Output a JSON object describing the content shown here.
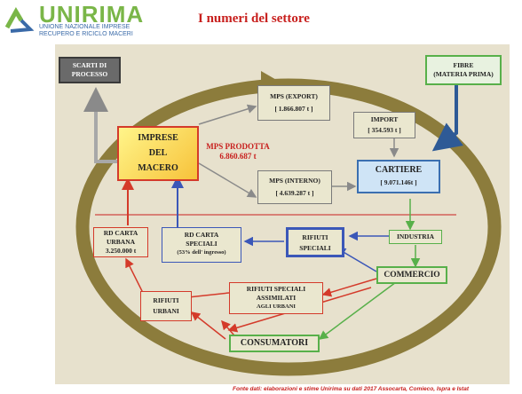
{
  "header": {
    "logo_word": "UNIRIMA",
    "logo_line1": "UNIONE NAZIONALE IMPRESE",
    "logo_line2": "RECUPERO E RICICLO MACERI",
    "title": "I numeri del settore"
  },
  "diagram": {
    "scarti": [
      "SCARTI DI",
      "PROCESSO"
    ],
    "fibre": [
      "FIBRE",
      "(MATERIA PRIMA)"
    ],
    "imprese": [
      "IMPRESE",
      "DEL",
      "MACERO"
    ],
    "mps_prodotta_label": "MPS PRODOTTA",
    "mps_prodotta_value": "6.860.687 t",
    "mps_export": [
      "MPS (EXPORT)",
      "[ 1.866.807 t ]"
    ],
    "import": [
      "IMPORT",
      "[ 354.593 t ]"
    ],
    "cartiere": [
      "CARTIERE",
      "[ 9.071.146t ]"
    ],
    "mps_interno": [
      "MPS (INTERNO)",
      "[ 4.639.287 t ]"
    ],
    "rd_urbana": [
      "RD CARTA",
      "URBANA",
      "3.250.000 t"
    ],
    "rd_speciali": [
      "RD CARTA",
      "SPECIALI",
      "(53% dell' ingresso)"
    ],
    "rifiuti_speciali": [
      "RIFIUTI",
      "SPECIALI"
    ],
    "industria": "INDUSTRIA",
    "commercio": "COMMERCIO",
    "assimilati": [
      "RIFIUTI SPECIALI",
      "ASSIMILATI",
      "AGLI URBANI"
    ],
    "rifiuti_urbani": [
      "RIFIUTI",
      "URBANI"
    ],
    "consumatori": "CONSUMATORI"
  },
  "colors": {
    "red": "#d43a2a",
    "blue": "#3b57b8",
    "green": "#58b04a",
    "gray": "#8a8a8a",
    "navy": "#2e5a96",
    "ring": "#8c7c3c"
  },
  "footer": "Fonte dati: elaborazioni e stime Unirima su dati 2017 Assocarta, Comieco, Ispra e Istat"
}
